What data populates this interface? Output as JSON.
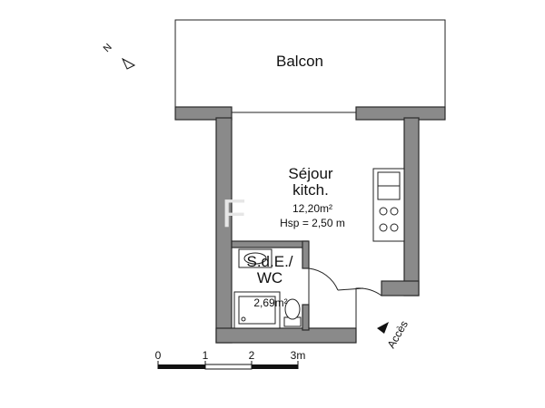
{
  "rooms": {
    "balcon": {
      "label": "Balcon"
    },
    "sejour": {
      "label_line1": "Séjour",
      "label_line2": "kitch.",
      "area": "12,20m²",
      "height": "Hsp = 2,50 m"
    },
    "sde": {
      "label_line1": "S.d.E./",
      "label_line2": "WC",
      "area": "2,69m²"
    }
  },
  "access": {
    "label": "Accès"
  },
  "north": {
    "label": "N"
  },
  "scale_bar": {
    "ticks": [
      "0",
      "1",
      "2",
      "3m"
    ]
  },
  "watermark": {
    "text": "F"
  },
  "colors": {
    "wall_fill": "#8a8a8a",
    "line": "#222222",
    "background": "#ffffff"
  }
}
